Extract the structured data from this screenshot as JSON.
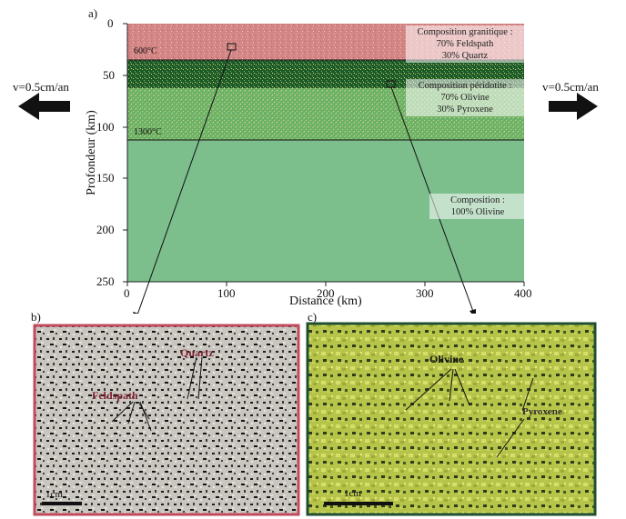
{
  "panels": {
    "a": "a)",
    "b": "b)",
    "c": "c)"
  },
  "axes": {
    "ylabel": "Profondeur (km)",
    "xlabel": "Distance (km)",
    "yticks": [
      "0",
      "50",
      "100",
      "150",
      "200",
      "250"
    ],
    "xticks": [
      "0",
      "100",
      "200",
      "300",
      "400"
    ]
  },
  "velocity": {
    "left": "v=0.5cm/an",
    "right": "v=0.5cm/an"
  },
  "isotherms": {
    "upper": "600°C",
    "lower": "1300°C"
  },
  "compositions": {
    "crust": [
      "Composition granitique :",
      "70% Feldspath",
      "30% Quartz"
    ],
    "lithospheric_mantle": [
      "Composition péridotite :",
      "70% Olivine",
      "30% Pyroxene"
    ],
    "asthenosphere": [
      "Composition :",
      "100% Olivine"
    ]
  },
  "photo_b": {
    "quartz": "Quartz",
    "feldspath": "Feldspath",
    "scale": "1cm"
  },
  "photo_c": {
    "olivine": "Olivine",
    "pyroxene": "Pyroxene",
    "scale": "1cm"
  },
  "colors": {
    "crust": "#d98a8a",
    "mantle_dark": "#1f5a2c",
    "mantle_light": "#6fb36c",
    "asthenosphere": "#7fc08e",
    "frame_b": "#c14a5e",
    "frame_c": "#1f4f30"
  }
}
